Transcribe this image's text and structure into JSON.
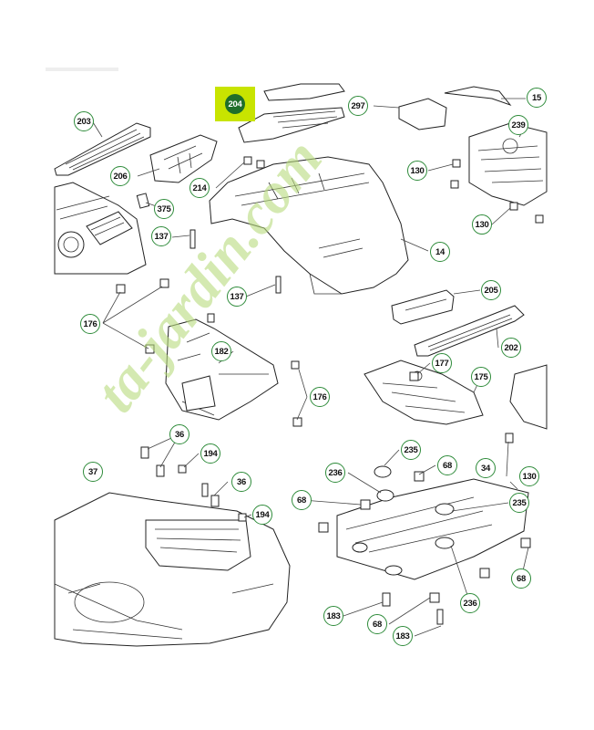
{
  "diagram": {
    "callouts": [
      {
        "id": "c203",
        "label": "203"
      },
      {
        "id": "c204",
        "label": "204",
        "highlight": true
      },
      {
        "id": "c297",
        "label": "297"
      },
      {
        "id": "c15",
        "label": "15"
      },
      {
        "id": "c239",
        "label": "239"
      },
      {
        "id": "c206",
        "label": "206"
      },
      {
        "id": "c214",
        "label": "214"
      },
      {
        "id": "c130a",
        "label": "130"
      },
      {
        "id": "c130b",
        "label": "130"
      },
      {
        "id": "c375",
        "label": "375"
      },
      {
        "id": "c137a",
        "label": "137"
      },
      {
        "id": "c14",
        "label": "14"
      },
      {
        "id": "c137b",
        "label": "137"
      },
      {
        "id": "c205",
        "label": "205"
      },
      {
        "id": "c176a",
        "label": "176"
      },
      {
        "id": "c182",
        "label": "182"
      },
      {
        "id": "c202",
        "label": "202"
      },
      {
        "id": "c177",
        "label": "177"
      },
      {
        "id": "c175",
        "label": "175"
      },
      {
        "id": "c176b",
        "label": "176"
      },
      {
        "id": "c36a",
        "label": "36"
      },
      {
        "id": "c194a",
        "label": "194"
      },
      {
        "id": "c235a",
        "label": "235"
      },
      {
        "id": "c37",
        "label": "37"
      },
      {
        "id": "c236a",
        "label": "236"
      },
      {
        "id": "c68a",
        "label": "68"
      },
      {
        "id": "c34",
        "label": "34"
      },
      {
        "id": "c130c",
        "label": "130"
      },
      {
        "id": "c36b",
        "label": "36"
      },
      {
        "id": "c68b",
        "label": "68"
      },
      {
        "id": "c235b",
        "label": "235"
      },
      {
        "id": "c194b",
        "label": "194"
      },
      {
        "id": "c68c",
        "label": "68"
      },
      {
        "id": "c236b",
        "label": "236"
      },
      {
        "id": "c183a",
        "label": "183"
      },
      {
        "id": "c68d",
        "label": "68"
      },
      {
        "id": "c183b",
        "label": "183"
      }
    ],
    "watermark": "ta-jardin.com",
    "colors": {
      "callout_border": "#2e8b3a",
      "highlight": "#c8e400",
      "watermark_green": "#b9dc7e",
      "watermark_grey": "#c9c1b2"
    }
  }
}
